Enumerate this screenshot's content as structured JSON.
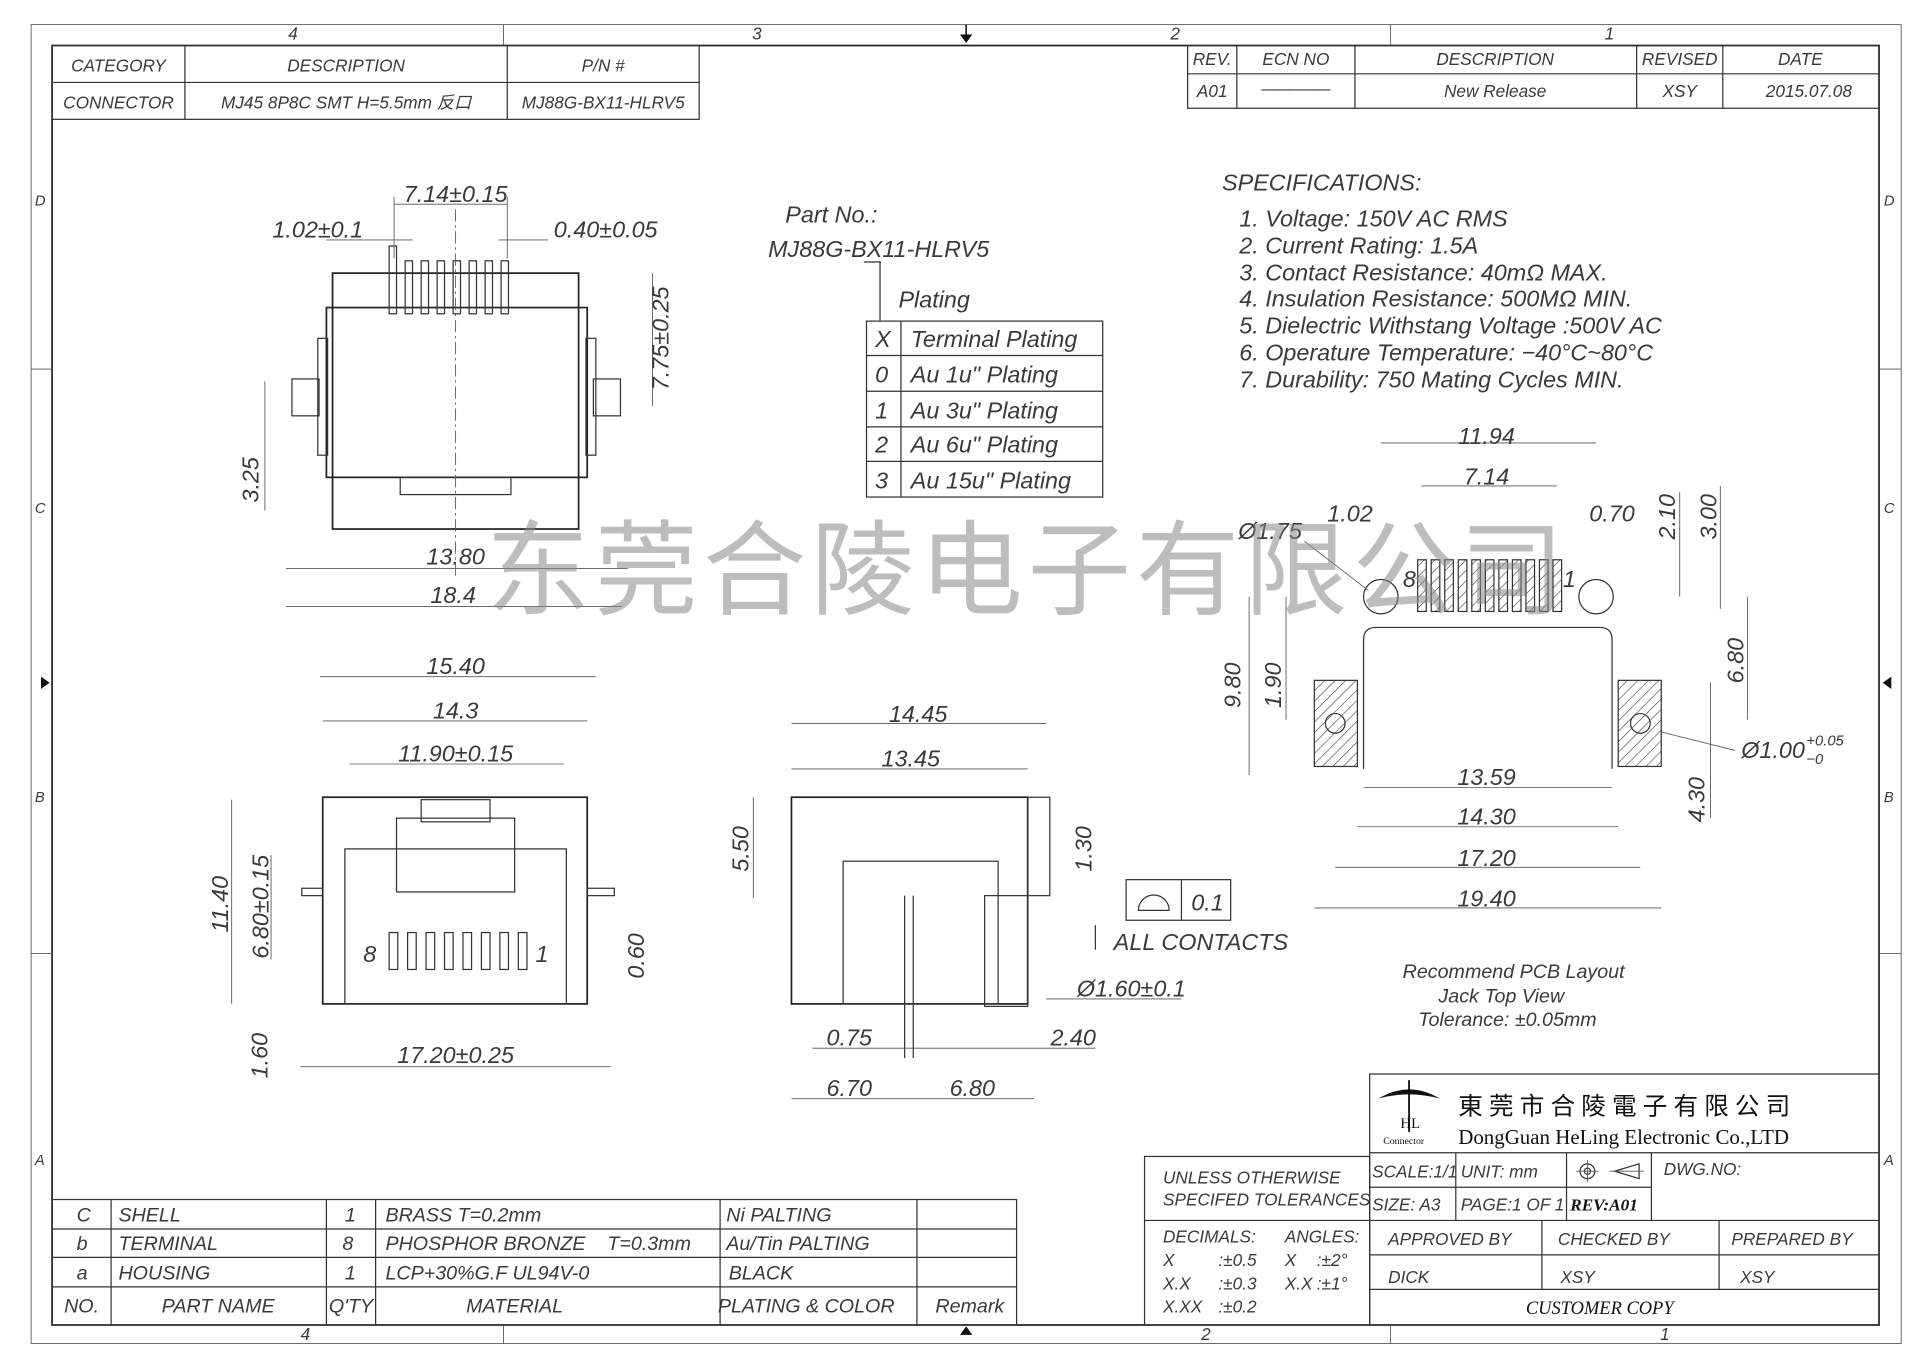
{
  "frame": {
    "zones_top": [
      "4",
      "3",
      "2",
      "1"
    ],
    "zones_side": [
      "D",
      "C",
      "B",
      "A"
    ]
  },
  "header_table": {
    "headers": [
      "CATEGORY",
      "DESCRIPTION",
      "P/N #"
    ],
    "values": [
      "CONNECTOR",
      "MJ45 8P8C SMT H=5.5mm 反口",
      "MJ88G-BX11-HLRV5"
    ]
  },
  "revision_table": {
    "headers": [
      "REV.",
      "ECN NO",
      "DESCRIPTION",
      "REVISED",
      "DATE"
    ],
    "rows": [
      [
        "A01",
        "————",
        "New Release",
        "XSY",
        "2015.07.08"
      ]
    ]
  },
  "part_number": {
    "label": "Part No.:",
    "value": "MJ88G-BX11-HLRV5",
    "plating_label": "Plating",
    "plating_table": {
      "headers": [
        "X",
        "Terminal Plating"
      ],
      "rows": [
        [
          "0",
          "Au 1u\" Plating"
        ],
        [
          "1",
          "Au 3u\" Plating"
        ],
        [
          "2",
          "Au 6u\" Plating"
        ],
        [
          "3",
          "Au 15u\" Plating"
        ]
      ]
    }
  },
  "specifications": {
    "title": "SPECIFICATIONS:",
    "items": [
      "1. Voltage: 150V AC RMS",
      "2. Current Rating: 1.5A",
      "3. Contact Resistance: 40mΩ MAX.",
      "4. Insulation Resistance: 500MΩ MIN.",
      "5. Dielectric Withstang Voltage :500V AC",
      "6. Operature Temperature: −40°C~80°C",
      "7. Durability: 750 Mating Cycles MIN."
    ]
  },
  "watermark": "东莞合陵电子有限公司",
  "top_view": {
    "pitch_span": "7.14±0.15",
    "pitch": "1.02±0.1",
    "pin_width": "0.40±0.05",
    "height_dim": "7.75±0.25",
    "offset_dim": "3.25",
    "inner_width": "13.80",
    "overall_width": "18.4"
  },
  "front_view": {
    "w1": "15.40",
    "w2": "14.3",
    "w3": "11.90±0.15",
    "h1": "11.40",
    "h2": "6.80±0.15",
    "pin_8": "8",
    "pin_1": "1",
    "d_060": "0.60",
    "d_160": "1.60",
    "w4": "17.20±0.25"
  },
  "side_view": {
    "w1": "14.45",
    "w2": "13.45",
    "h1": "5.50",
    "h2": "1.30",
    "coplanarity": "0.1",
    "all_contacts": "ALL CONTACTS",
    "peg": "Ø1.60±0.1",
    "d_075": "0.75",
    "d_240": "2.40",
    "d_670": "6.70",
    "d_680": "6.80"
  },
  "pcb_layout": {
    "w_1194": "11.94",
    "w_714": "7.14",
    "d_102": "1.02",
    "d_070": "0.70",
    "d_210": "2.10",
    "d_300": "3.00",
    "hole_175": "Ø1.75",
    "pin_8": "8",
    "pin_1": "1",
    "d_980": "9.80",
    "d_190": "1.90",
    "d_680": "6.80",
    "hole_100": "Ø1.00",
    "hole_100_tol_plus": "+0.05",
    "hole_100_tol_minus": "−0",
    "d_430": "4.30",
    "w_1359": "13.59",
    "w_1430": "14.30",
    "w_1720": "17.20",
    "w_1940": "19.40",
    "note_1": "Recommend PCB Layout",
    "note_2": "Jack Top View",
    "note_3": "Tolerance: ±0.05mm"
  },
  "bom": {
    "headers": [
      "NO.",
      "PART NAME",
      "Q'TY",
      "MATERIAL",
      "PLATING & COLOR",
      "Remark"
    ],
    "rows": [
      [
        "C",
        "SHELL",
        "1",
        "BRASS T=0.2mm",
        "Ni PALTING",
        ""
      ],
      [
        "b",
        "TERMINAL",
        "8",
        "PHOSPHOR BRONZE    T=0.3mm",
        "Au/Tin PALTING",
        ""
      ],
      [
        "a",
        "HOUSING",
        "1",
        "LCP+30%G.F UL94V-0",
        "BLACK",
        ""
      ]
    ]
  },
  "tolerances": {
    "title_1": "UNLESS OTHERWISE",
    "title_2": "SPECIFED TOLERANCES",
    "decimals_label": "DECIMALS:",
    "angles_label": "ANGLES:",
    "decimals": [
      [
        "X",
        ":±0.5"
      ],
      [
        "X.X",
        ":±0.3"
      ],
      [
        "X.XX",
        ":±0.2"
      ]
    ],
    "angles": [
      [
        "X",
        ":±2°"
      ],
      [
        "X.X",
        ":±1°"
      ]
    ]
  },
  "title_block": {
    "company_cn": "東 莞 市 合 陵 電 子 有 限 公 司",
    "company_en": "DongGuan HeLing Electronic Co.,LTD",
    "logo_text": "Connector",
    "logo_letters": "HL",
    "scale": "SCALE:1/1",
    "unit": "UNIT: mm",
    "dwg_no": "DWG.NO:",
    "size": "SIZE: A3",
    "page": "PAGE:1 OF 1",
    "rev": "REV:A01",
    "approved_label": "APPROVED BY",
    "checked_label": "CHECKED BY",
    "prepared_label": "PREPARED BY",
    "approved": "DICK",
    "checked": "XSY",
    "prepared": "XSY",
    "copy": "CUSTOMER COPY"
  }
}
